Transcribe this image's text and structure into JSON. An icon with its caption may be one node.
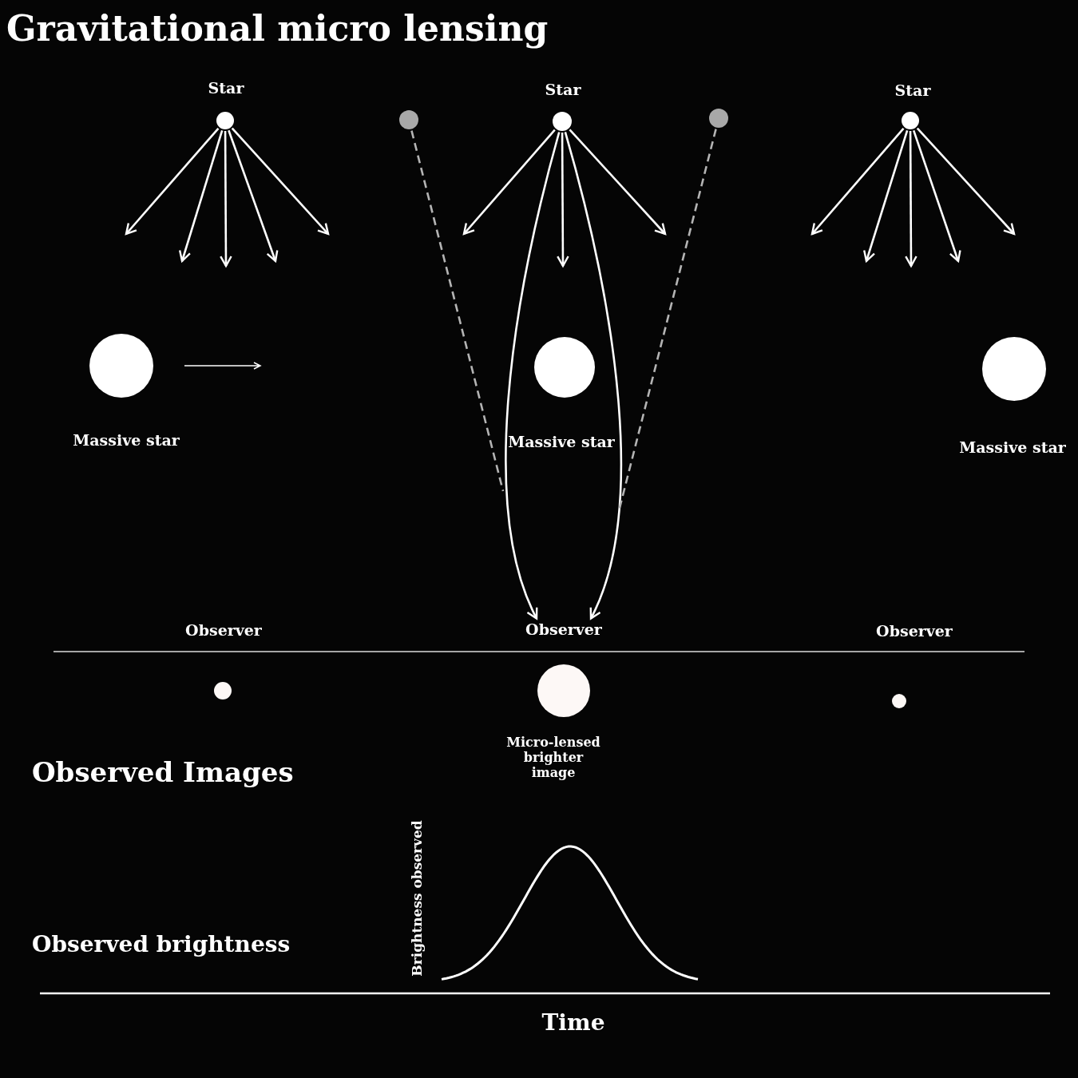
{
  "diagram": {
    "title": "Gravitational micro lensing",
    "nodes": [
      {
        "text": [
          "Star"
        ]
      },
      {
        "text": [],
        "shape": "circle"
      },
      {
        "text": [
          "Star"
        ]
      },
      {
        "text": [],
        "shape": "circle"
      },
      {
        "text": [
          "Star"
        ]
      },
      {
        "text": [
          "Massive star"
        ]
      },
      {
        "text": [
          "Massive star"
        ]
      },
      {
        "text": [
          "Massive star"
        ]
      },
      {
        "text": [
          "Observer"
        ]
      },
      {
        "text": [],
        "shape": "circle"
      },
      {
        "text": [],
        "shape": "circle",
        "beside": [
          "Micro-lensed brighter image"
        ]
      },
      {
        "text": [],
        "shape": "circle"
      }
    ],
    "edges": [
      {
        "from": 0,
        "to": null,
        "arrow": "to"
      },
      {
        "from": 0,
        "to": null,
        "arrow": "to"
      },
      {
        "from": 0,
        "to": null,
        "arrow": "to"
      },
      {
        "from": 0,
        "to": null,
        "arrow": "to"
      },
      {
        "from": 0,
        "to": null,
        "arrow": "to"
      },
      {
        "from": 1,
        "to": null,
        "arrow": "none",
        "style": "dashed",
        "color": "#b4b4b4"
      },
      {
        "from": 2,
        "to": null,
        "arrow": "to"
      },
      {
        "from": 2,
        "to": 8,
        "arrow": "to"
      },
      {
        "from": 2,
        "to": null,
        "arrow": "to"
      },
      {
        "from": 2,
        "to": 8,
        "arrow": "to"
      },
      {
        "from": 2,
        "to": null,
        "arrow": "to"
      },
      {
        "from": 3,
        "to": null,
        "arrow": "none",
        "style": "dashed",
        "color": "#b4b4b4"
      },
      {
        "from": 4,
        "to": null,
        "arrow": "to"
      },
      {
        "from": 4,
        "to": null,
        "arrow": "to"
      },
      {
        "from": 4,
        "to": null,
        "arrow": "to"
      },
      {
        "from": 4,
        "to": null,
        "arrow": "to"
      },
      {
        "from": 4,
        "to": null,
        "arrow": "to"
      }
    ],
    "labels": [
      "Observer",
      "Observer",
      "Observed Images",
      "Observed brightness",
      "Brightness observed",
      "Time"
    ]
  }
}
